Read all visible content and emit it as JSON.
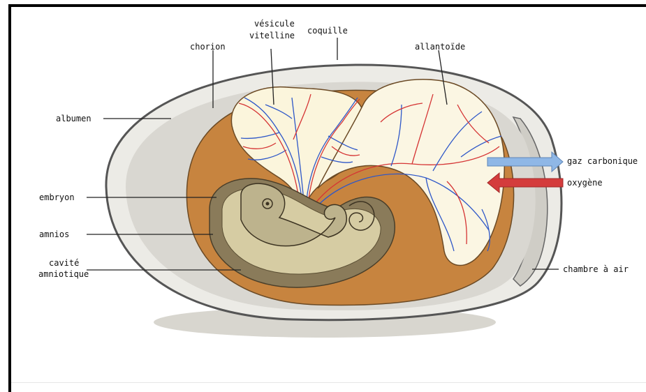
{
  "labels": {
    "vesicule_line1": "vésicule",
    "vesicule_line2": "vitelline",
    "coquille": "coquille",
    "chorion": "chorion",
    "allantoide": "allantoïde",
    "albumen": "albumen",
    "gaz": "gaz carbonique",
    "oxygene": "oxygène",
    "embryon": "embryon",
    "amnios": "amnios",
    "cavite_line1": "cavité",
    "cavite_line2": "amniotique",
    "chambre": "chambre à air"
  },
  "colors": {
    "shell": "#e9e6df",
    "albumen": "#d6d3cb",
    "chorion": "#c2813f",
    "yolk_sac": "#fbf6dd",
    "embryo": "#7b6d4f",
    "vein": "#2e57c8",
    "artery": "#d53434",
    "co2_arrow": "#8fb7e6",
    "o2_arrow": "#d43c3c"
  }
}
